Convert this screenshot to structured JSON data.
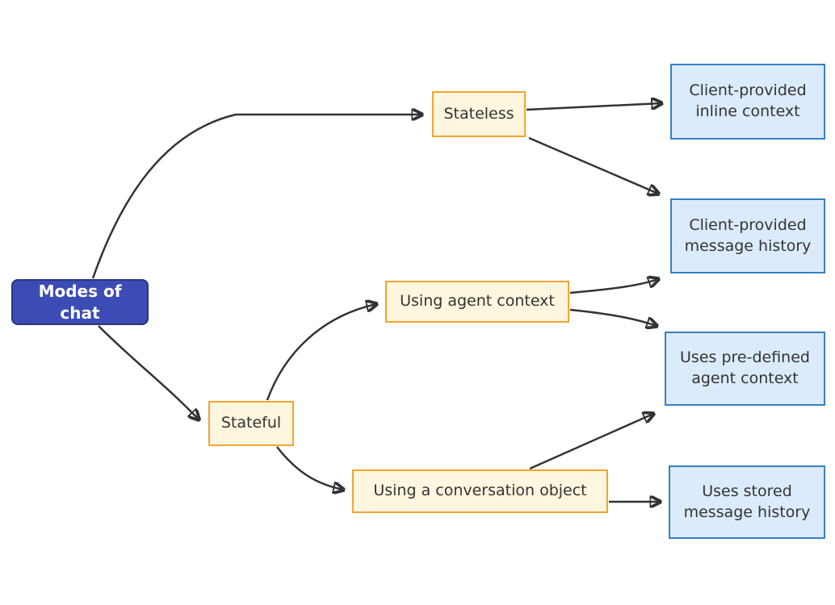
{
  "diagram": {
    "title": "Modes of chat",
    "type": "flowchart",
    "colors": {
      "root_fill": "#3C4CB4",
      "root_border": "#2A3580",
      "root_text": "#FFFFFF",
      "branch_fill": "#FEF6DF",
      "branch_border": "#F5A42B",
      "leaf_fill": "#DCEBFB",
      "leaf_border": "#3680C2",
      "edge_stroke": "#333333",
      "text": "#333333",
      "background": "#FFFFFF"
    },
    "nodes": {
      "root": {
        "label": "Modes of chat"
      },
      "stateless": {
        "label": "Stateless"
      },
      "stateful": {
        "label": "Stateful"
      },
      "agent_context": {
        "label": "Using agent context"
      },
      "conversation": {
        "label": "Using a conversation object"
      },
      "inline_context": {
        "label": "Client-provided inline context"
      },
      "message_history": {
        "label": "Client-provided message history"
      },
      "predefined_context": {
        "label": "Uses pre-defined agent context"
      },
      "stored_history": {
        "label": "Uses stored message history"
      }
    },
    "edges": [
      {
        "from": "Modes of chat",
        "to": "Stateless"
      },
      {
        "from": "Modes of chat",
        "to": "Stateful"
      },
      {
        "from": "Stateless",
        "to": "Client-provided inline context"
      },
      {
        "from": "Stateless",
        "to": "Client-provided message history"
      },
      {
        "from": "Stateful",
        "to": "Using agent context"
      },
      {
        "from": "Stateful",
        "to": "Using a conversation object"
      },
      {
        "from": "Using agent context",
        "to": "Client-provided message history"
      },
      {
        "from": "Using agent context",
        "to": "Uses pre-defined agent context"
      },
      {
        "from": "Using a conversation object",
        "to": "Uses pre-defined agent context"
      },
      {
        "from": "Using a conversation object",
        "to": "Uses stored message history"
      }
    ]
  }
}
